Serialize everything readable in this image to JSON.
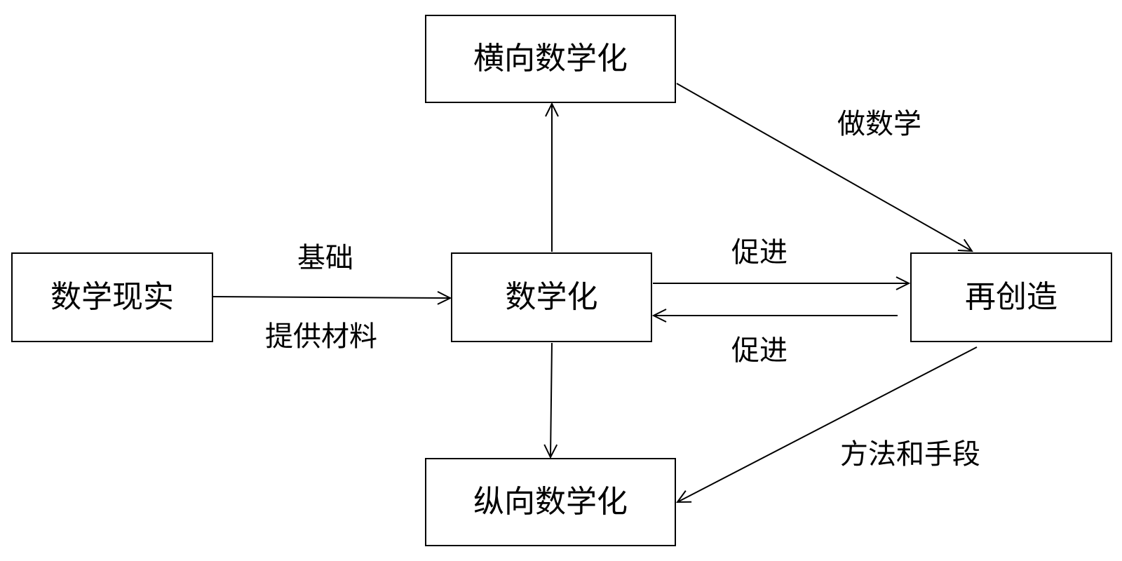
{
  "colors": {
    "line": "#000000",
    "text": "#000000",
    "background": "#ffffff"
  },
  "nodes": {
    "horizontal_math": "横向数学化",
    "vertical_math": "纵向数学化",
    "mathematization": "数学化",
    "math_reality": "数学现实",
    "recreation": "再创造"
  },
  "edges": [
    {
      "from": "math_reality",
      "to": "mathematization",
      "labels": [
        "基础",
        "提供材料"
      ]
    },
    {
      "from": "mathematization",
      "to": "horizontal_math",
      "labels": []
    },
    {
      "from": "mathematization",
      "to": "vertical_math",
      "labels": []
    },
    {
      "from": "mathematization",
      "to": "recreation",
      "labels": [
        "促进"
      ]
    },
    {
      "from": "recreation",
      "to": "mathematization",
      "labels": [
        "促进"
      ]
    },
    {
      "from": "horizontal_math",
      "to": "recreation",
      "labels": [
        "做数学"
      ]
    },
    {
      "from": "recreation",
      "to": "vertical_math",
      "labels": [
        "方法和手段"
      ]
    }
  ]
}
